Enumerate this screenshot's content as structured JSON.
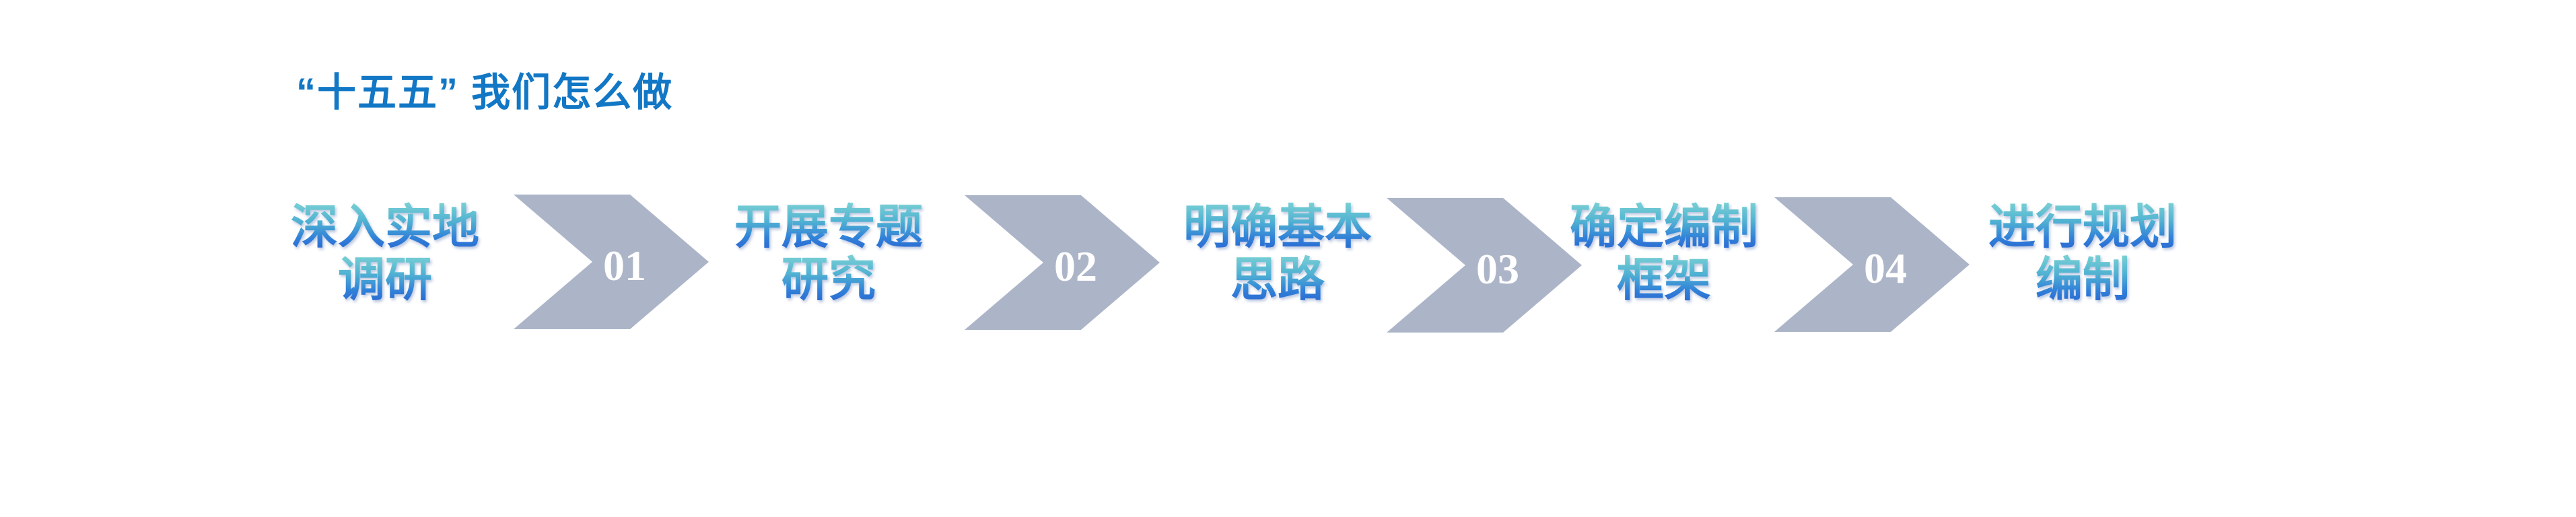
{
  "title": {
    "text": "“十五五” 我们怎么做",
    "color": "#1277C5"
  },
  "process": {
    "steps": [
      {
        "line1": "深入实地",
        "line2": "调研"
      },
      {
        "line1": "开展专题",
        "line2": "研究"
      },
      {
        "line1": "明确基本",
        "line2": "思路"
      },
      {
        "line1": "确定编制",
        "line2": "框架"
      },
      {
        "line1": "进行规划",
        "line2": "编制"
      }
    ],
    "connectors": [
      {
        "number": "01"
      },
      {
        "number": "02"
      },
      {
        "number": "03"
      },
      {
        "number": "04"
      }
    ],
    "colors": {
      "arrow_fill": "#ACB5C8",
      "number_color": "#FFFFFF",
      "step_text_gradient_top": "#7ED3D4",
      "step_text_gradient_bottom": "#2A62D0"
    }
  }
}
